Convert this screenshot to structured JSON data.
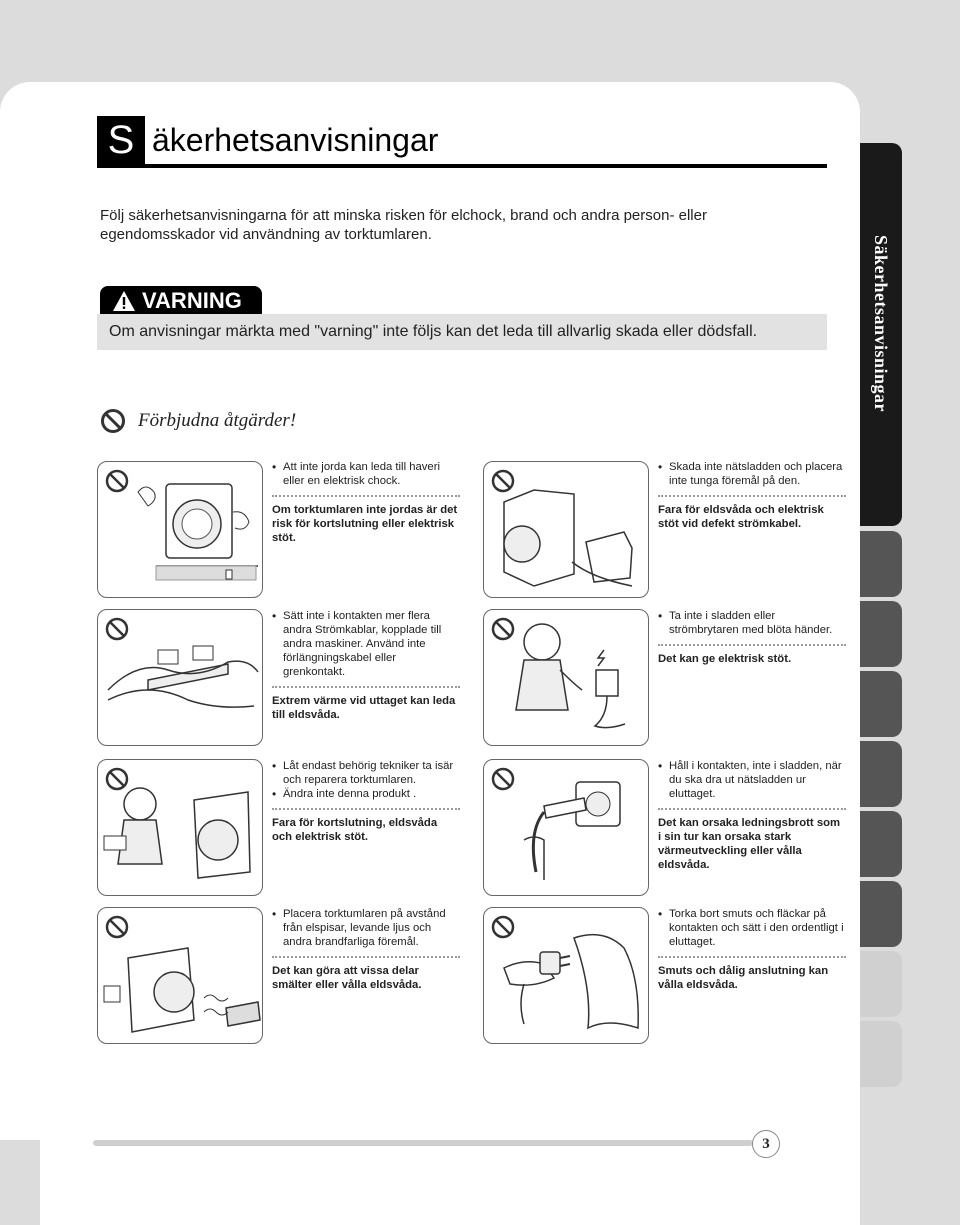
{
  "title": {
    "initial": "S",
    "rest": "äkerhetsanvisningar"
  },
  "intro": "Följ säkerhetsanvisningarna för att minska risken för elchock, brand och andra person- eller egendomsskador vid användning av torktumlaren.",
  "warning": {
    "badge": "VARNING",
    "text": "Om anvisningar märkta med \"varning\" inte följs kan det leda till allvarlig skada eller dödsfall."
  },
  "prohibited_heading": "Förbjudna åtgärder!",
  "side_tab_label": "Säkerhetsanvisningar",
  "items": [
    {
      "bullets": [
        "Att inte jorda kan leda till haveri eller en elektrisk chock."
      ],
      "warning": "Om torktumlaren inte jordas är det risk för kortslutning eller elektrisk stöt."
    },
    {
      "bullets": [
        "Skada inte nätsladden och placera inte tunga föremål på den."
      ],
      "warning": "Fara för eldsvåda och elektrisk stöt vid defekt strömkabel."
    },
    {
      "bullets": [
        "Sätt inte i kontakten mer flera andra Strömkablar, kopplade till andra maskiner. Använd inte förlängningskabel eller grenkontakt."
      ],
      "warning": "Extrem värme vid uttaget kan leda till eldsvåda."
    },
    {
      "bullets": [
        "Ta inte i sladden eller strömbrytaren med blöta händer."
      ],
      "warning": "Det kan ge elektrisk stöt."
    },
    {
      "bullets": [
        "Låt endast behörig tekniker ta isär och reparera torktumlaren.",
        "Ändra inte denna produkt ."
      ],
      "warning": "Fara för kortslutning, eldsvåda och elektrisk stöt."
    },
    {
      "bullets": [
        "Håll i kontakten, inte i sladden, när du ska dra ut nätsladden ur eluttaget."
      ],
      "warning": "Det kan orsaka ledningsbrott som i sin tur kan orsaka stark värmeutveckling eller vålla eldsvåda."
    },
    {
      "bullets": [
        "Placera torktumlaren på avstånd från elspisar, levande ljus och andra brandfarliga föremål."
      ],
      "warning": "Det kan göra att vissa delar smälter eller vålla eldsvåda."
    },
    {
      "bullets": [
        "Torka bort smuts och fläckar på kontakten och sätt i den ordentligt i eluttaget."
      ],
      "warning": "Smuts och dålig anslutning kan vålla eldsvåda."
    }
  ],
  "page_number": "3",
  "colors": {
    "badge": "#000000",
    "warning_bar": "#e2e2e2",
    "side_tab_active": "#1a1a1a"
  }
}
